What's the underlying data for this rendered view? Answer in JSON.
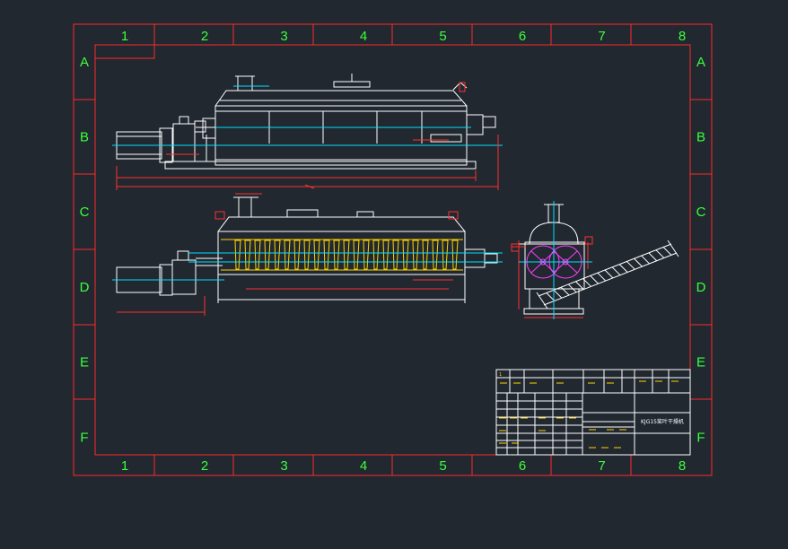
{
  "colors": {
    "background": "#212830",
    "frame": "#ff2a2a",
    "zone_labels": "#3cff3c",
    "geometry": "#ffffff",
    "centerlines": "#00e0ff",
    "dimensions": "#ff3030",
    "annotations": "#ffd400",
    "highlight": "#ff3cff"
  },
  "border_zones": {
    "columns": [
      "1",
      "2",
      "3",
      "4",
      "5",
      "6",
      "7",
      "8"
    ],
    "rows": [
      "A",
      "B",
      "C",
      "D",
      "E",
      "F"
    ]
  },
  "views": [
    {
      "id": "front-elevation"
    },
    {
      "id": "top-plan"
    },
    {
      "id": "side-section"
    }
  ],
  "title_block": {
    "drawing_name": "KJG15桨叶干燥机",
    "row_marker": "1"
  }
}
